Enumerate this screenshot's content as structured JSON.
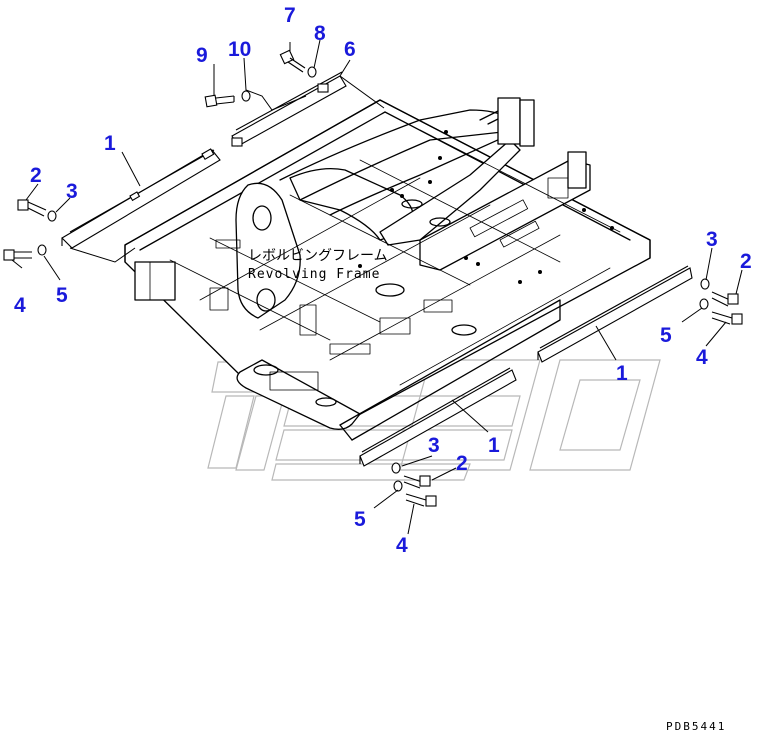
{
  "frame_label_jp": "レボルビングフレーム",
  "frame_label_en": "Revolving Frame",
  "drawing_code": "PDB5441",
  "colors": {
    "callout": "#1a1adb",
    "line": "#000000",
    "watermark": "#b8b8b8"
  },
  "callouts": {
    "c7": "7",
    "c8": "8",
    "c6": "6",
    "c9": "9",
    "c10": "10",
    "cL1": "1",
    "cL2": "2",
    "cL3": "3",
    "cL4": "4",
    "cL5": "5",
    "cR3": "3",
    "cR2": "2",
    "cR5": "5",
    "cR4": "4",
    "cR1": "1",
    "cB3": "3",
    "cB2": "2",
    "cB1": "1",
    "cB5": "5",
    "cB4": "4"
  }
}
